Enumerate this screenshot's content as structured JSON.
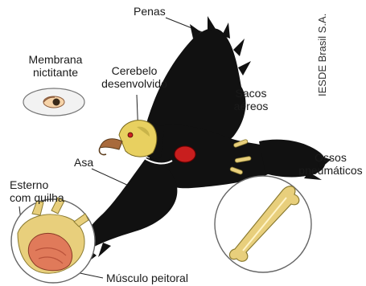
{
  "labels": {
    "feathers": "Penas",
    "nictitating_membrane": [
      "Membrana",
      "nictitante"
    ],
    "brain": [
      "Cerebelo",
      "desenvolvido"
    ],
    "air_sacs": [
      "Sacos",
      "aéreos"
    ],
    "wing": "Asa",
    "sternum": [
      "Esterno",
      "com quilha"
    ],
    "pneumatic_bones": [
      "Ossos",
      "pneumáticos"
    ],
    "pectoral_muscle": "Músculo peitoral"
  },
  "credit": "IESDE Brasil S.A.",
  "colors": {
    "bird_body": "#111111",
    "head_skin": "#e8d060",
    "beak": "#a86a3c",
    "air_sac": "#c81e1e",
    "bone": "#e8cf7c",
    "muscle": "#e07a5a",
    "circle_stroke": "#666666"
  }
}
